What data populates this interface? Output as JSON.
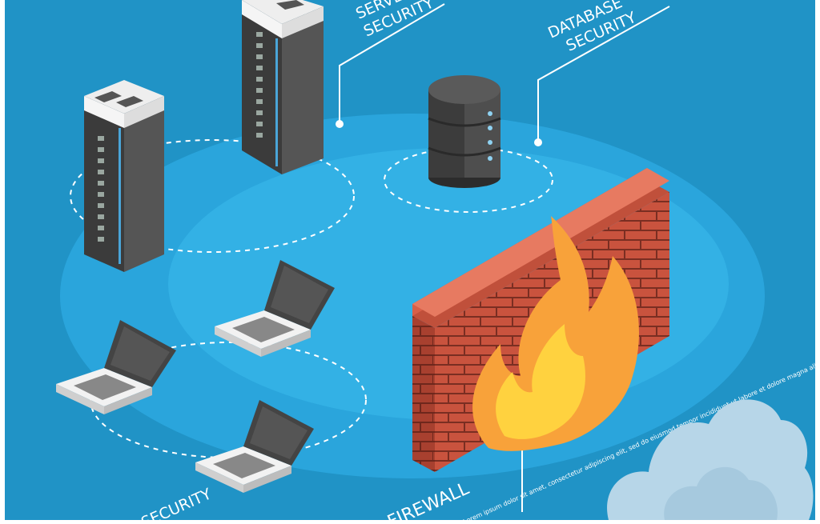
{
  "labels": {
    "server_line1": "SERVER",
    "server_line2": "SECURITY",
    "database_line1": "DATABASE",
    "database_line2": "SECURITY",
    "firewall_title": "FIREWALL",
    "firewall_body": "Lorem ipsum dolor sit amet, consectetur adipiscing elit, sed do eiusmod tempor incididunt ut labore et dolore magna aliqua. Ut",
    "bottom_left": "SECURITY"
  },
  "icons": [
    "server-tower-icon",
    "database-icon",
    "laptop-icon",
    "brick-wall-icon",
    "fire-icon",
    "cloud-icon"
  ],
  "colors": {
    "background": "#2093c6",
    "platform_outer": "#2aa5dc",
    "platform_inner": "#37b5e8",
    "brick": "#c9533e",
    "brick_mortar": "#7a2e22",
    "fire_outer": "#f8a23a",
    "fire_inner": "#ffd23f",
    "server_body": "#3d3d3d",
    "laptop_body": "#f2f2f2",
    "cloud": "#b7d6e8"
  }
}
